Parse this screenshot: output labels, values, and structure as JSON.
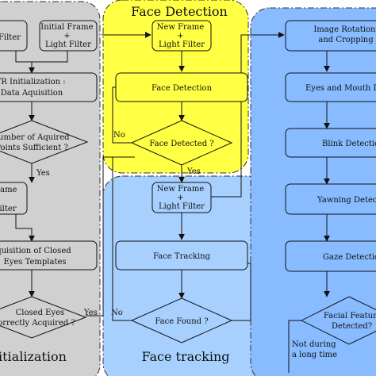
{
  "regions": {
    "initialization": {
      "title": "itialization",
      "color": "#d0d0d0"
    },
    "face_detection": {
      "title": "Face Detection",
      "color": "#ffff44"
    },
    "face_tracking": {
      "title": "Face tracking",
      "color": "#a8d0ff"
    },
    "analysis": {
      "title": "",
      "color": "#88bbff"
    }
  },
  "nodes": {
    "init_frame_a": [
      "",
      "Filter"
    ],
    "init_frame_b": [
      "Initial Frame",
      "+",
      "Light Filter"
    ],
    "svr_init": [
      "VR Initialization :",
      "Data Aquisition"
    ],
    "enough_points": [
      "Number of Aquired",
      "Points Sufficient ?"
    ],
    "frame_c": [
      "rame",
      "ilter"
    ],
    "closed_eyes_templates": [
      "quisition of Closed",
      "Eyes Templates"
    ],
    "closed_eyes_ok": [
      "Closed Eyes",
      "orrectly Acquired ?"
    ],
    "fd_new_frame": [
      "New Frame",
      "+",
      "Light Filter"
    ],
    "face_detection": [
      "Face Detection"
    ],
    "face_detected": [
      "Face Detected ?"
    ],
    "ft_new_frame": [
      "New Frame",
      "+",
      "Light Filter"
    ],
    "face_tracking": [
      "Face Tracking"
    ],
    "face_found": [
      "Face Found ?"
    ],
    "image_rotation": [
      "Image Rotation",
      "and Cropping"
    ],
    "eyes_mouth": [
      "Eyes and Mouth Dete"
    ],
    "blink": [
      "Blink Detectio"
    ],
    "yawning": [
      "Yawning Detecti"
    ],
    "gaze": [
      "Gaze Detectio"
    ],
    "facial_features": [
      "Facial Feature",
      "Detected?"
    ]
  },
  "edge_labels": {
    "no_detect": "No",
    "yes_detect": "Yes",
    "yes_points": "Yes",
    "yes_closed": "Yes",
    "no_found": "No",
    "not_during": [
      "Not during",
      "a long time"
    ]
  },
  "colors": {
    "node_fill_gray": "#d0d0d0",
    "node_fill_yellow": "#ffff44",
    "node_fill_blue": "#a8d0ff",
    "node_fill_blue_dark": "#88bbff",
    "stroke": "#111111"
  }
}
